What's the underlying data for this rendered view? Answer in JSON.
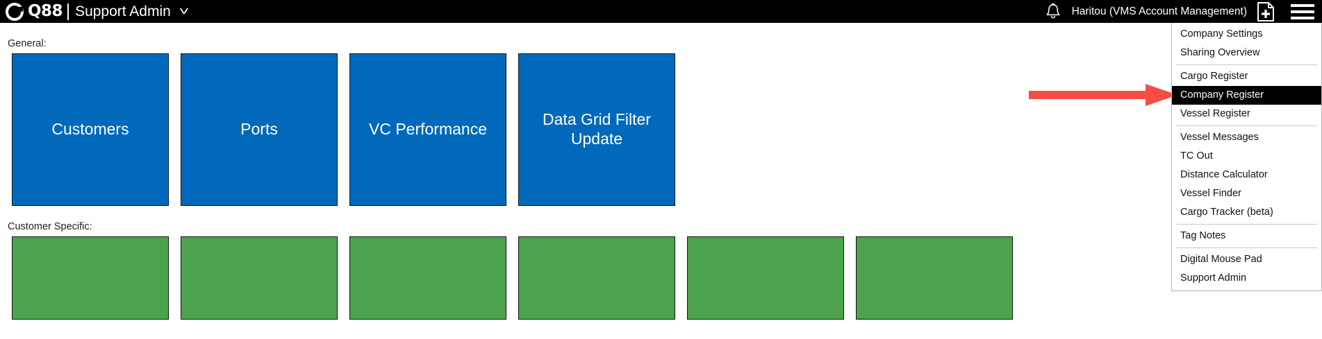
{
  "topbar": {
    "logo_text": "Q88",
    "logo_icon": "q88-ring-logo",
    "app_title": "Support Admin",
    "caret_icon": "chevron-down-icon",
    "bell_icon": "notification-bell-icon",
    "user_label": "Haritou (VMS Account Management)",
    "newdoc_icon": "new-document-plus-icon",
    "menu_icon": "hamburger-menu-icon",
    "background": "#000000"
  },
  "menu": {
    "items": [
      {
        "label": "Company Settings",
        "active": false,
        "separator_after": false
      },
      {
        "label": "Sharing Overview",
        "active": false,
        "separator_after": true
      },
      {
        "label": "Cargo Register",
        "active": false,
        "separator_after": false
      },
      {
        "label": "Company Register",
        "active": true,
        "separator_after": false
      },
      {
        "label": "Vessel Register",
        "active": false,
        "separator_after": true
      },
      {
        "label": "Vessel Messages",
        "active": false,
        "separator_after": false
      },
      {
        "label": "TC Out",
        "active": false,
        "separator_after": false
      },
      {
        "label": "Distance Calculator",
        "active": false,
        "separator_after": false
      },
      {
        "label": "Vessel Finder",
        "active": false,
        "separator_after": false
      },
      {
        "label": "Cargo Tracker (beta)",
        "active": false,
        "separator_after": true
      },
      {
        "label": "Tag Notes",
        "active": false,
        "separator_after": true
      },
      {
        "label": "Digital Mouse Pad",
        "active": false,
        "separator_after": false
      },
      {
        "label": "Support Admin",
        "active": false,
        "separator_after": false
      }
    ],
    "highlight_bg": "#000000",
    "highlight_fg": "#ffffff"
  },
  "main": {
    "general_label": "General:",
    "customer_specific_label": "Customer Specific:",
    "tile_blue_color": "#0069bb",
    "tile_green_color": "#4da34d",
    "general_tiles": [
      {
        "label": "Customers"
      },
      {
        "label": "Ports"
      },
      {
        "label": "VC Performance"
      },
      {
        "label": "Data Grid Filter Update"
      }
    ],
    "customer_specific_tiles": [
      {
        "label": ""
      },
      {
        "label": ""
      },
      {
        "label": ""
      },
      {
        "label": ""
      },
      {
        "label": ""
      },
      {
        "label": ""
      }
    ]
  },
  "annotation": {
    "arrow_icon": "red-right-arrow-annotation",
    "arrow_color": "#f74c43",
    "points_to": "Company Register"
  }
}
